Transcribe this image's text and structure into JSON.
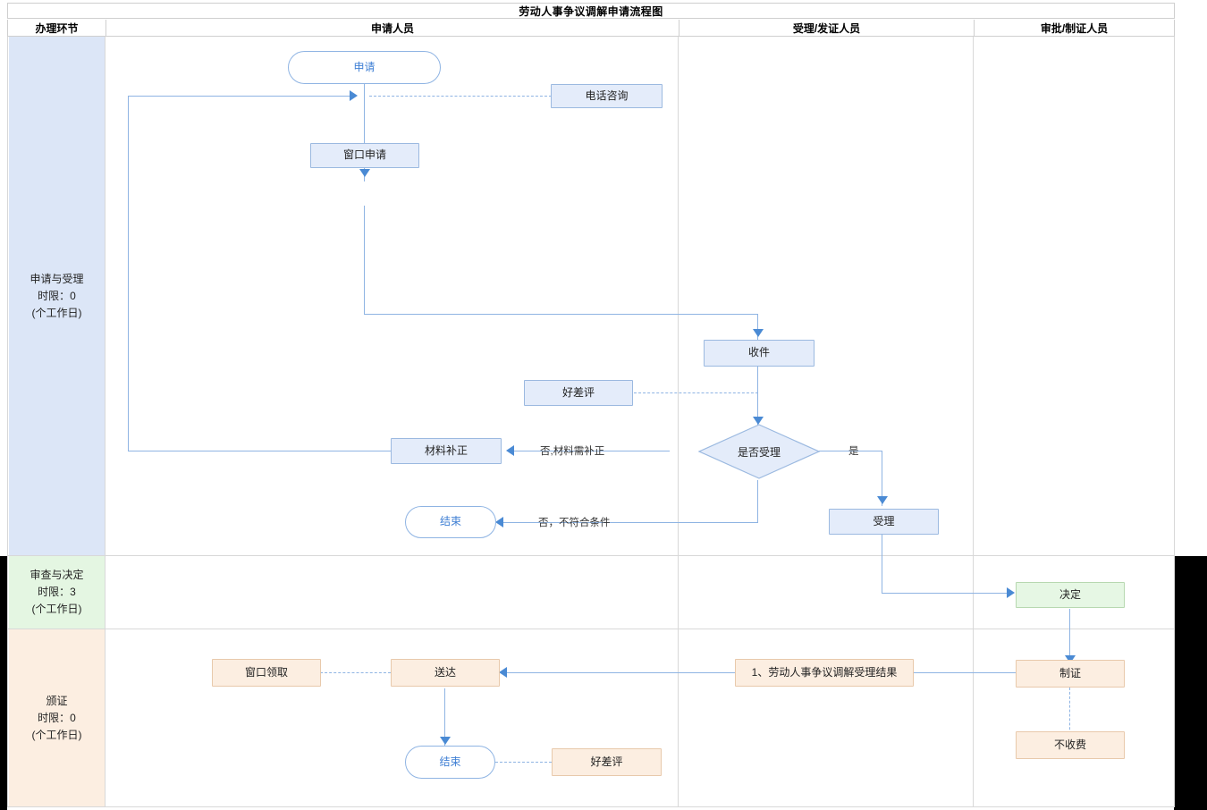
{
  "title": "劳动人事争议调解申请流程图",
  "columns": [
    {
      "key": "stage",
      "label": "办理环节"
    },
    {
      "key": "applicant",
      "label": "申请人员"
    },
    {
      "key": "acceptor",
      "label": "受理/发证人员"
    },
    {
      "key": "approver",
      "label": "审批/制证人员"
    }
  ],
  "phases": [
    {
      "name": "申请与受理",
      "limit": "时限：0",
      "unit": "(个工作日)",
      "color": "#dce6f7"
    },
    {
      "name": "审查与决定",
      "limit": "时限：3",
      "unit": "(个工作日)",
      "color": "#e4f6e2"
    },
    {
      "name": "颁证",
      "limit": "时限：0",
      "unit": "(个工作日)",
      "color": "#fceee1"
    }
  ],
  "nodes": {
    "start": "申请",
    "phone": "电话咨询",
    "window_apply": "窗口申请",
    "receive": "收件",
    "review1": "好差评",
    "decide_accept": "是否受理",
    "fix_material": "材料补正",
    "end_reject": "结束",
    "accepted": "受理",
    "decision": "决定",
    "make_cert": "制证",
    "no_fee": "不收费",
    "result_doc": "1、劳动人事争议调解受理结果",
    "deliver": "送达",
    "window_get": "窗口领取",
    "end_done": "结束",
    "review2": "好差评"
  },
  "edge_labels": {
    "no_fix": "否,材料需补正",
    "yes": "是",
    "no_reject": "否，不符合条件"
  },
  "colors": {
    "line": "#8fb4e3",
    "arrow": "#4a8ad4",
    "blue_fill": "#e4ecfa",
    "green_fill": "#e6f7e4",
    "peach_fill": "#fceee1",
    "terminator_text": "#3f7fd4",
    "grid": "#d8d8d8"
  }
}
